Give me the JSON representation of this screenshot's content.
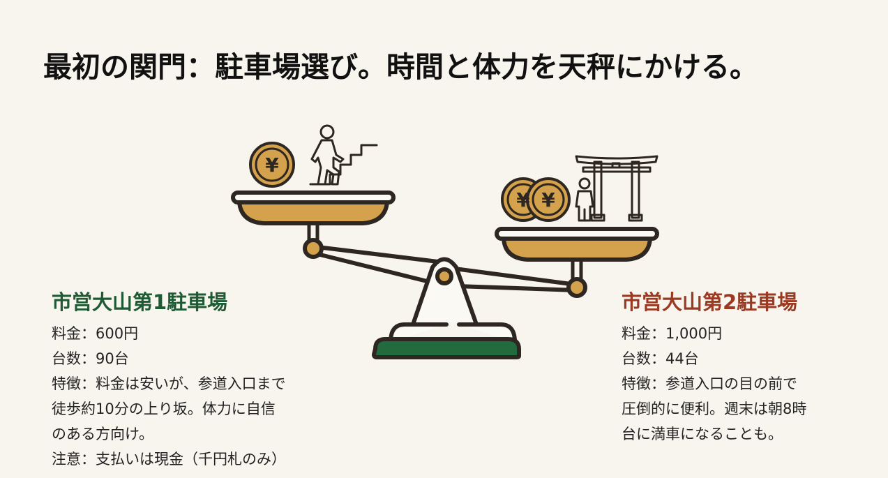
{
  "title": "最初の関門：駐車場選び。時間と体力を天秤にかける。",
  "colors": {
    "background": "#f8f5ee",
    "gold": "#d4a24c",
    "outline": "#2e2621",
    "base_green": "#226b3e",
    "lot1_heading": "#1e5a33",
    "lot2_heading": "#9a3a22"
  },
  "illustration": {
    "left_pan_icons": [
      "yen-coin-icon",
      "person-climbing-stairs-icon"
    ],
    "right_pan_icons": [
      "yen-coin-icon",
      "yen-coin-icon",
      "person-standing-icon",
      "torii-gate-icon"
    ],
    "coin_symbol": "¥"
  },
  "lots": [
    {
      "name": "市営大山第1駐車場",
      "lines": [
        "料金：600円",
        "台数：90台",
        "特徴：料金は安いが、参道入口まで",
        "徒歩約10分の上り坂。体力に自信",
        "のある方向け。",
        "注意：支払いは現金（千円札のみ）"
      ]
    },
    {
      "name": "市営大山第2駐車場",
      "lines": [
        "料金：1,000円",
        "台数：44台",
        "特徴：参道入口の目の前で",
        "圧倒的に便利。週末は朝8時",
        "台に満車になることも。"
      ]
    }
  ]
}
